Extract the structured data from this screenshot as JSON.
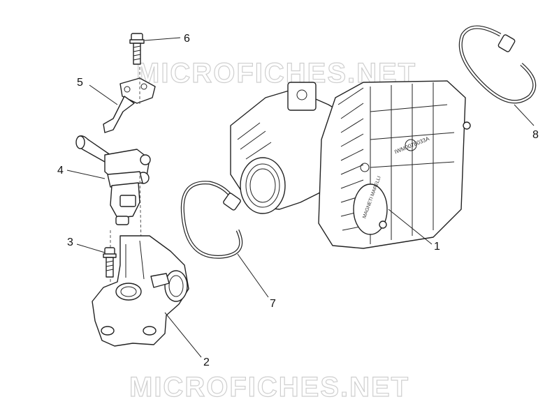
{
  "watermark": {
    "top": "MICROFICHES.NET",
    "bottom": "MICROFICHES.NET"
  },
  "callouts": {
    "c1": "1",
    "c2": "2",
    "c3": "3",
    "c4": "4",
    "c5": "5",
    "c6": "6",
    "c7": "7",
    "c8": "8"
  },
  "body_markings": {
    "brand": "MAGNETI MARELLI",
    "part_code": "IWM0078033A"
  }
}
